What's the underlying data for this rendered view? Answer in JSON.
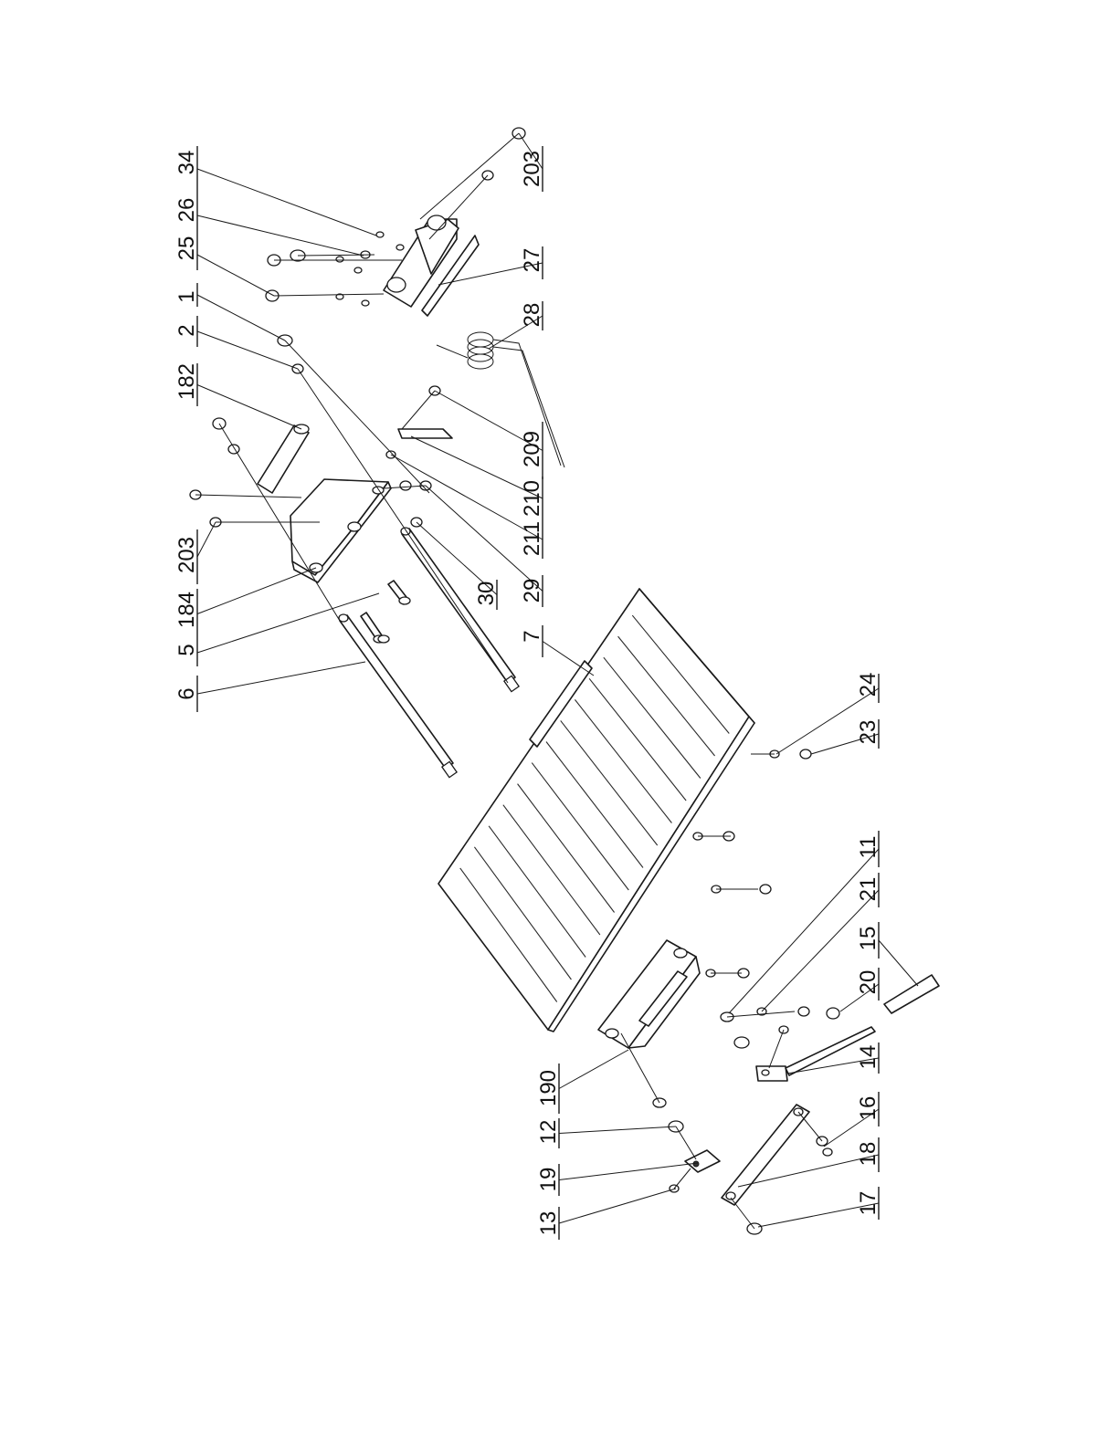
{
  "labels": {
    "l34": "34",
    "l26": "26",
    "l25": "25",
    "l1": "1",
    "l2": "2",
    "l182": "182",
    "l203a": "203",
    "l184": "184",
    "l5": "5",
    "l6": "6",
    "l203b": "203",
    "l27": "27",
    "l28": "28",
    "l209": "209",
    "l210": "210",
    "l211": "211",
    "l29": "29",
    "l30": "30",
    "l7": "7",
    "l24": "24",
    "l23": "23",
    "l11": "11",
    "l21": "21",
    "l15": "15",
    "l20": "20",
    "l14": "14",
    "l16": "16",
    "l18": "18",
    "l17": "17",
    "l190": "190",
    "l12": "12",
    "l19": "19",
    "l13": "13"
  }
}
